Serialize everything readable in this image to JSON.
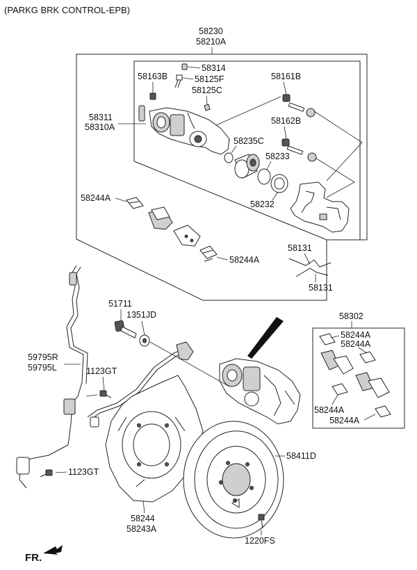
{
  "title": "(PARKG BRK CONTROL-EPB)",
  "footer": {
    "direction": "FR."
  },
  "labels": {
    "caliper_assy_1": "58230",
    "caliper_assy_2": "58210A",
    "plug": "58314",
    "bleeder_1": "58125F",
    "bleeder_2": "58125C",
    "bolt_a": "58163B",
    "guide_rod_1": "58161B",
    "guide_rod_2": "58162B",
    "caliper_body_1": "58311",
    "caliper_body_2": "58310A",
    "piston_seal": "58235C",
    "piston": "58233",
    "boot": "58232",
    "pad_shim_upper": "58244A",
    "pad_shim_lower": "58244A",
    "spring_upper": "58131",
    "spring_lower": "58131",
    "bolt_51711": "51711",
    "washer": "1351JD",
    "sensor_1": "59795R",
    "sensor_2": "59795L",
    "bolt_1123gt_upper": "1123GT",
    "bolt_1123gt_lower": "1123GT",
    "pad_kit": "58302",
    "kit_shim_1": "58244A",
    "kit_shim_2": "58244A",
    "kit_shim_3": "58244A",
    "kit_shim_4": "58244A",
    "disc": "58411D",
    "dust_cover_1": "58244",
    "dust_cover_2": "58243A",
    "disc_screw": "1220FS"
  }
}
